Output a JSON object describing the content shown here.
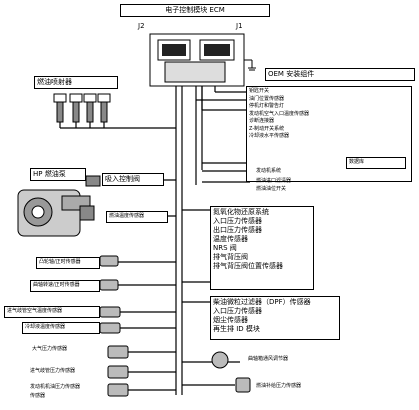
{
  "ecm": {
    "title": "电子控制模块 ECM",
    "j2": "J2",
    "j1": "J1"
  },
  "oem": {
    "title": "OEM 安装组件",
    "items": [
      "钥匙开关",
      "油门位置传感器",
      "停机灯和警告灯",
      "发动机空气入口温度传感器",
      "诊断连接器",
      "Z-制动开关系统",
      "冷却液水平传感器"
    ],
    "extra1": "发动机系统",
    "extra2": "燃油进口滤清器",
    "extra2b": "燃油油位开关",
    "side": "数据库"
  },
  "injectors": {
    "label": "燃油喷射器"
  },
  "hp_pump": {
    "label": "HP 燃油泵",
    "control_valve": "吸入控制阀",
    "temp_sensor": "燃油温度传感器"
  },
  "crank_sensor": "凸轮轴/正时传感器",
  "cam_sensor": "曲轴转速/正时传感器",
  "nox_group": [
    "氮氧化物还原系统",
    "入口压力传感器",
    "出口压力传感器",
    "温度传感器",
    "NRS 阀",
    "排气背压阀",
    "排气背压阀位置传感器"
  ],
  "intake_temp": "进气歧管空气温度传感器",
  "coolant_temp": "冷却液温度传感器",
  "dpf_group": [
    "柴油微粒过滤器（DPF）传感器",
    "入口压力传感器",
    "烟尘传感器",
    "再生排 ID 模块"
  ],
  "atm_pressure": "大气压力传感器",
  "intake_pressure": "进气歧管压力传感器",
  "oil_pressure": "发动机机油压力传感器",
  "oil_pressure_short": "传感器",
  "crankcase": "曲轴箱通风调节器",
  "fuel_pressure": "燃油补给压力传感器"
}
